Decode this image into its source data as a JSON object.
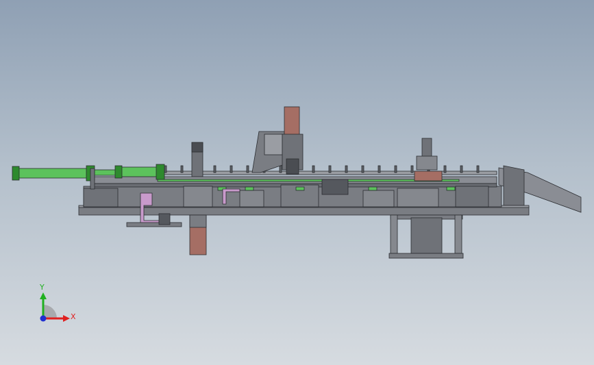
{
  "viewport": {
    "background_top": "#8fa0b4",
    "background_bottom": "#d6dbe0"
  },
  "model": {
    "colors": {
      "steel": "#7a7d83",
      "steel_dark": "#5e6167",
      "steel_light": "#9a9da3",
      "outline": "#2a2c30",
      "cylinder_green": "#5cc25c",
      "cylinder_green_dark": "#2e8a2e",
      "copper": "#a56e64",
      "pink": "#c89acb"
    },
    "parts": [
      "base-plate",
      "pneumatic-cylinder",
      "conveyor-rail",
      "press-head-column",
      "discharge-chute",
      "lower-frame",
      "vertical-actuator",
      "feeder-bracket"
    ]
  },
  "triad": {
    "x_label": "X",
    "y_label": "Y",
    "x_color": "#e02020",
    "y_color": "#20b020",
    "z_color": "#2030d0"
  }
}
